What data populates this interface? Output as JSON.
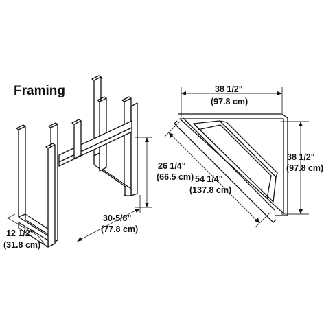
{
  "title": "Framing",
  "framing_dims": {
    "height": {
      "imperial": "26 1/4\"",
      "metric": "(66.5 cm)"
    },
    "width": {
      "imperial": "30-5/8\"",
      "metric": "(77.8 cm)"
    },
    "depth": {
      "imperial": "12 1/2\"",
      "metric": "(31.8 cm)"
    }
  },
  "corner_dims": {
    "top": {
      "imperial": "38 1/2\"",
      "metric": "(97.8 cm)"
    },
    "side": {
      "imperial": "38 1/2\"",
      "metric": "(97.8 cm)"
    },
    "diagonal": {
      "imperial": "54 1/4\"",
      "metric": "(137.8 cm)"
    }
  }
}
